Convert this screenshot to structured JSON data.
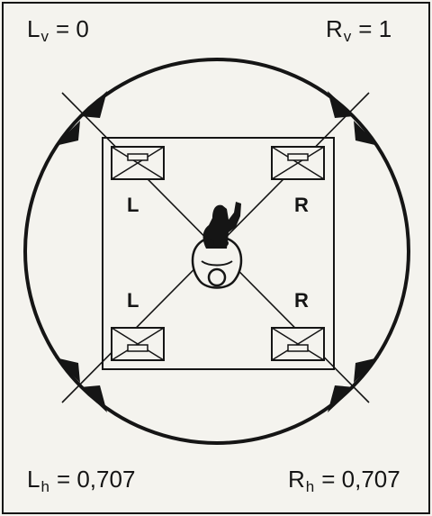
{
  "corners": {
    "top_left": {
      "main": "L",
      "sub": "v",
      "rest": "= 0"
    },
    "top_right": {
      "main": "R",
      "sub": "v",
      "rest": "= 1"
    },
    "bottom_left": {
      "main": "L",
      "sub": "h",
      "rest": "= 0,707"
    },
    "bottom_right": {
      "main": "R",
      "sub": "h",
      "rest": "= 0,707"
    }
  },
  "speakers": {
    "front_left": "L",
    "front_right": "R",
    "rear_left": "L",
    "rear_right": "R"
  },
  "colors": {
    "ink": "#151515",
    "paper": "#f4f3ee"
  },
  "icons": {
    "speaker": "speaker-icon",
    "listener": "listener-icon",
    "arrow": "arrowhead-icon"
  }
}
